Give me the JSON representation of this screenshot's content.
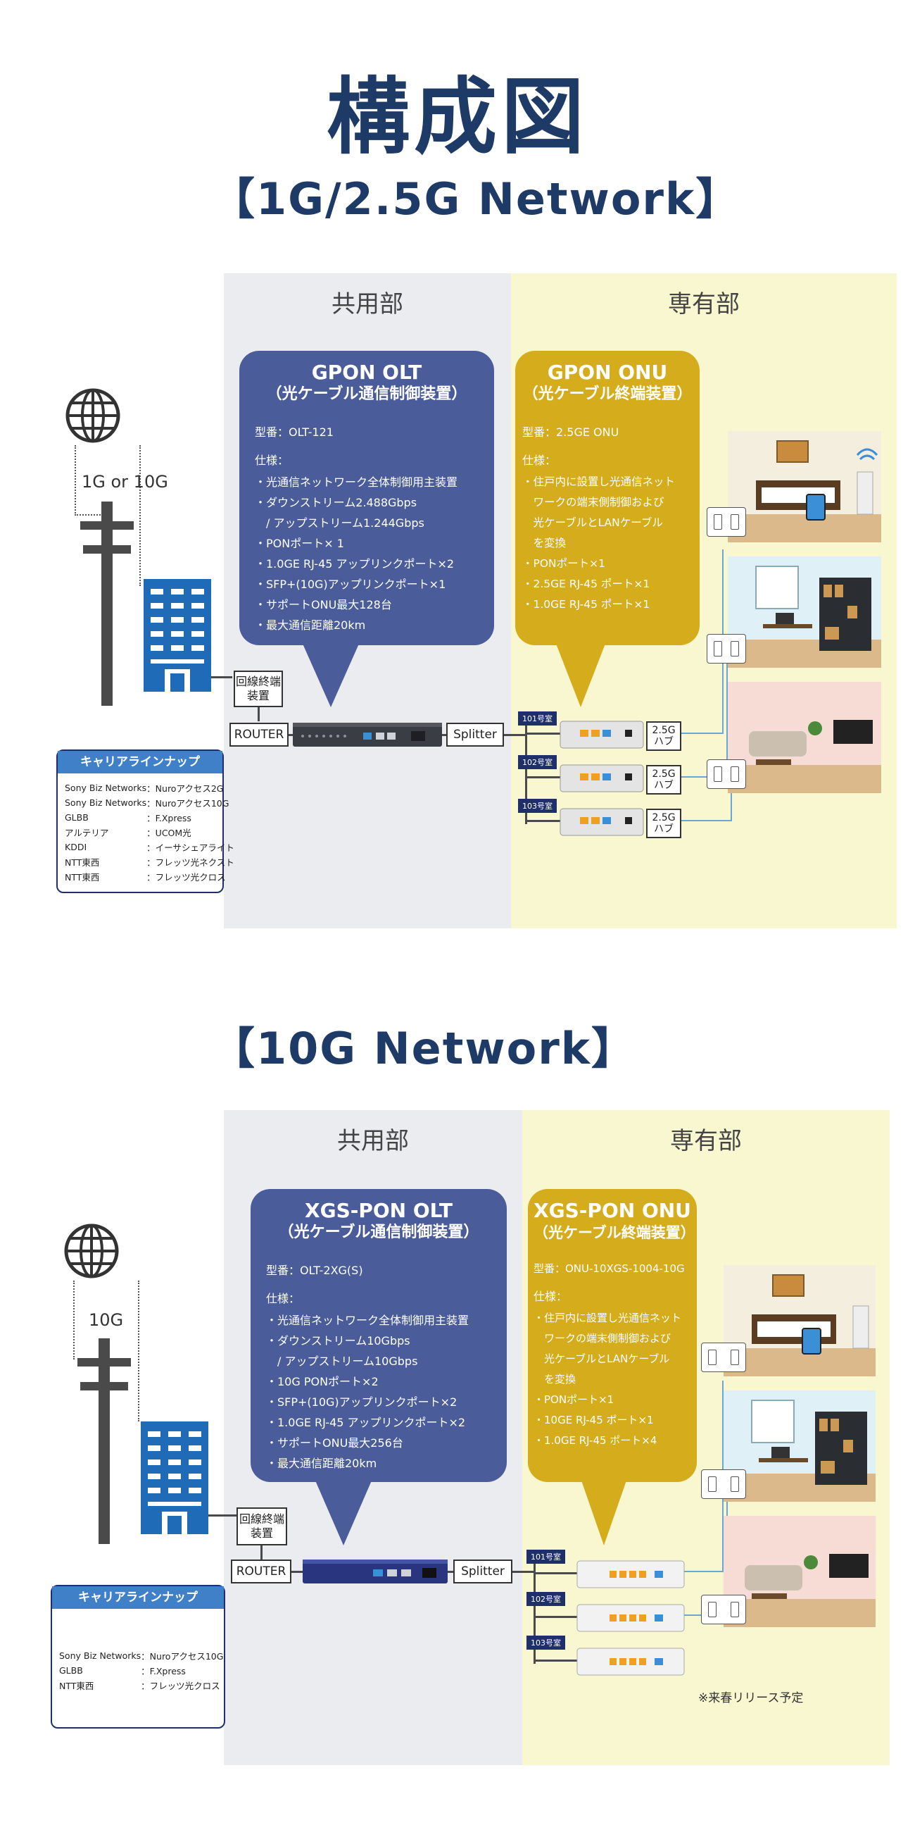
{
  "title": "構成図",
  "sections": [
    {
      "heading": "【1G/2.5G Network】",
      "shared_label": "共用部",
      "private_label": "専有部",
      "uplink_label": "1G or 10G",
      "olt": {
        "title": "GPON OLT",
        "subtitle": "（光ケーブル通信制御装置）",
        "model": "型番：OLT-121",
        "spec_label": "仕様：",
        "specs": [
          "・光通信ネットワーク全体制御用主装置",
          "・ダウンストリーム2.488Gbps",
          "　/ アップストリーム1.244Gbps",
          "・PONポート× 1",
          "・1.0GE RJ-45 アップリンクポート×2",
          "・SFP+(10G)アップリンクポート×1",
          "・サポートONU最大128台",
          "・最大通信距離20km"
        ]
      },
      "onu": {
        "title": "GPON ONU",
        "subtitle": "（光ケーブル終端装置）",
        "model": "型番：2.5GE ONU",
        "spec_label": "仕様：",
        "specs": [
          "・住戸内に設置し光通信ネット",
          "　ワークの端末側制御および",
          "　光ケーブルとLANケーブル",
          "　を変換",
          "・PONポート×1",
          "・2.5GE RJ-45 ポート×1",
          "・1.0GE RJ-45 ポート×1"
        ]
      },
      "termination": "回線終端装置",
      "router": "ROUTER",
      "splitter": "Splitter",
      "rooms": [
        "101号室",
        "102号室",
        "103号室"
      ],
      "hub_label": "2.5Gハブ",
      "carrier_title": "キャリアラインナップ",
      "carriers": [
        [
          "Sony Biz Networks",
          "：Nuroアクセス2G"
        ],
        [
          "Sony Biz Networks",
          "：Nuroアクセス10G"
        ],
        [
          "GLBB",
          "：F.Xpress"
        ],
        [
          "アルテリア",
          "：UCOM光"
        ],
        [
          "KDDI",
          "：イーサシェアライト"
        ],
        [
          "NTT東西",
          "：フレッツ光ネクスト"
        ],
        [
          "NTT東西",
          "：フレッツ光クロス"
        ]
      ]
    },
    {
      "heading": "【10G Network】",
      "shared_label": "共用部",
      "private_label": "専有部",
      "uplink_label": "10G",
      "olt": {
        "title": "XGS-PON OLT",
        "subtitle": "（光ケーブル通信制御装置）",
        "model": "型番：OLT-2XG(S)",
        "spec_label": "仕様：",
        "specs": [
          "・光通信ネットワーク全体制御用主装置",
          "・ダウンストリーム10Gbps",
          "　/ アップストリーム10Gbps",
          "・10G PONポート×2",
          "・SFP+(10G)アップリンクポート×2",
          "・1.0GE RJ-45 アップリンクポート×2",
          "・サポートONU最大256台",
          "・最大通信距離20km"
        ]
      },
      "onu": {
        "title": "XGS-PON ONU",
        "subtitle": "（光ケーブル終端装置）",
        "model": "型番：ONU-10XGS-1004-10G",
        "spec_label": "仕様：",
        "specs": [
          "・住戸内に設置し光通信ネット",
          "　ワークの端末側制御および",
          "　光ケーブルとLANケーブル",
          "　を変換",
          "・PONポート×1",
          "・10GE RJ-45 ポート×1",
          "・1.0GE RJ-45 ポート×4"
        ]
      },
      "termination": "回線終端装置",
      "router": "ROUTER",
      "splitter": "Splitter",
      "rooms": [
        "101号室",
        "102号室",
        "103号室"
      ],
      "carrier_title": "キャリアラインナップ",
      "carriers": [
        [
          "Sony Biz Networks",
          "：Nuroアクセス10G"
        ],
        [
          "GLBB",
          "：F.Xpress"
        ],
        [
          "NTT東西",
          "：フレッツ光クロス"
        ]
      ],
      "note": "※来春リリース予定"
    }
  ],
  "colors": {
    "navy": "#1e3a66",
    "olt_bubble": "#4a5d9a",
    "onu_bubble": "#d4ac1c",
    "shared_bg": "#ebecf0",
    "private_bg": "#f9f7cf",
    "carrier_header": "#3f80c8",
    "room_tag": "#1e2f6b"
  },
  "icons": [
    "globe-icon",
    "utility-pole-icon",
    "building-icon",
    "olt-device-icon",
    "onu-device-icon",
    "room-illustration",
    "wall-outlet-icon"
  ]
}
